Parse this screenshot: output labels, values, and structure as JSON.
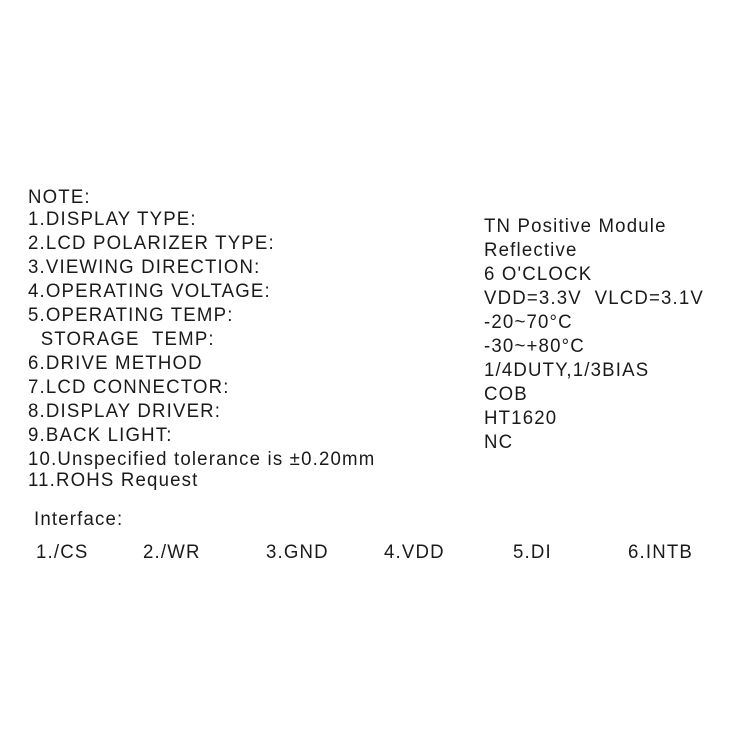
{
  "notes": {
    "heading": "NOTE:",
    "labels": [
      "1.DISPLAY TYPE:",
      "2.LCD POLARIZER TYPE:",
      "3.VIEWING DIRECTION:",
      "4.OPERATING VOLTAGE:",
      "5.OPERATING TEMP:",
      "  STORAGE  TEMP:",
      "6.DRIVE METHOD",
      "7.LCD CONNECTOR:",
      "8.DISPLAY DRIVER:",
      "9.BACK LIGHT:",
      "10.Unspecified tolerance is ±0.20mm",
      "11.ROHS Request"
    ],
    "values": [
      "TN Positive Module",
      "Reflective",
      "6 O'CLOCK",
      "VDD=3.3V  VLCD=3.1V",
      "-20~70°C",
      "-30~+80°C",
      "1/4DUTY,1/3BIAS",
      "COB",
      "HT1620",
      "NC"
    ]
  },
  "interface": {
    "heading": "Interface:",
    "pins": [
      "1./CS",
      "2./WR",
      "3.GND",
      "4.VDD",
      "5.DI",
      "6.INTB"
    ]
  }
}
